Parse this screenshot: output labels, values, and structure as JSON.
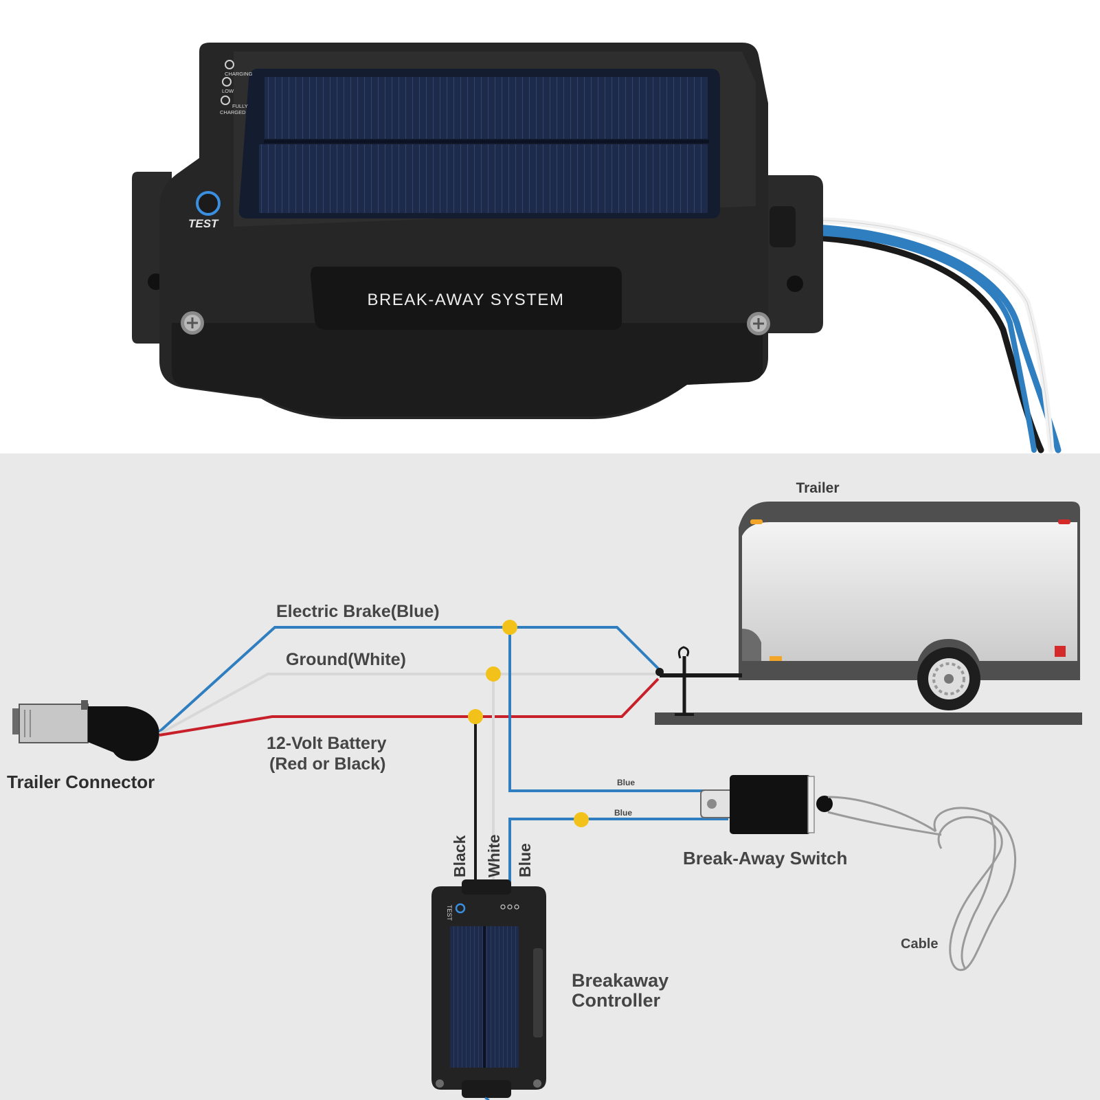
{
  "product": {
    "led_charging": "CHARGING",
    "led_low": "LOW",
    "led_fully": "FULLY",
    "led_charged": "CHARGED",
    "test_label": "TEST",
    "nameplate": "BREAK-AWAY  SYSTEM"
  },
  "diagram": {
    "trailer_label": "Trailer",
    "electric_brake_label": "Electric Brake(Blue)",
    "ground_label": "Ground(White)",
    "battery_label_line1": "12-Volt Battery",
    "battery_label_line2": "(Red or Black)",
    "trailer_connector_label": "Trailer Connector",
    "wire_black": "Black",
    "wire_white": "White",
    "wire_blue": "Blue",
    "switch_wire_1": "Blue",
    "switch_wire_2": "Blue",
    "breakaway_switch_label": "Break-Away Switch",
    "cable_label": "Cable",
    "controller_label_line1": "Breakaway",
    "controller_label_line2": "Controller",
    "controller_test_label": "TEST"
  },
  "colors": {
    "wire_blue": "#2f7fc0",
    "wire_white": "#d8d8d8",
    "wire_red": "#c8202a",
    "wire_black": "#1a1a1a",
    "junction_dot": "#f2c21b",
    "diagram_background": "#e9e9e9",
    "housing": "#262626"
  }
}
